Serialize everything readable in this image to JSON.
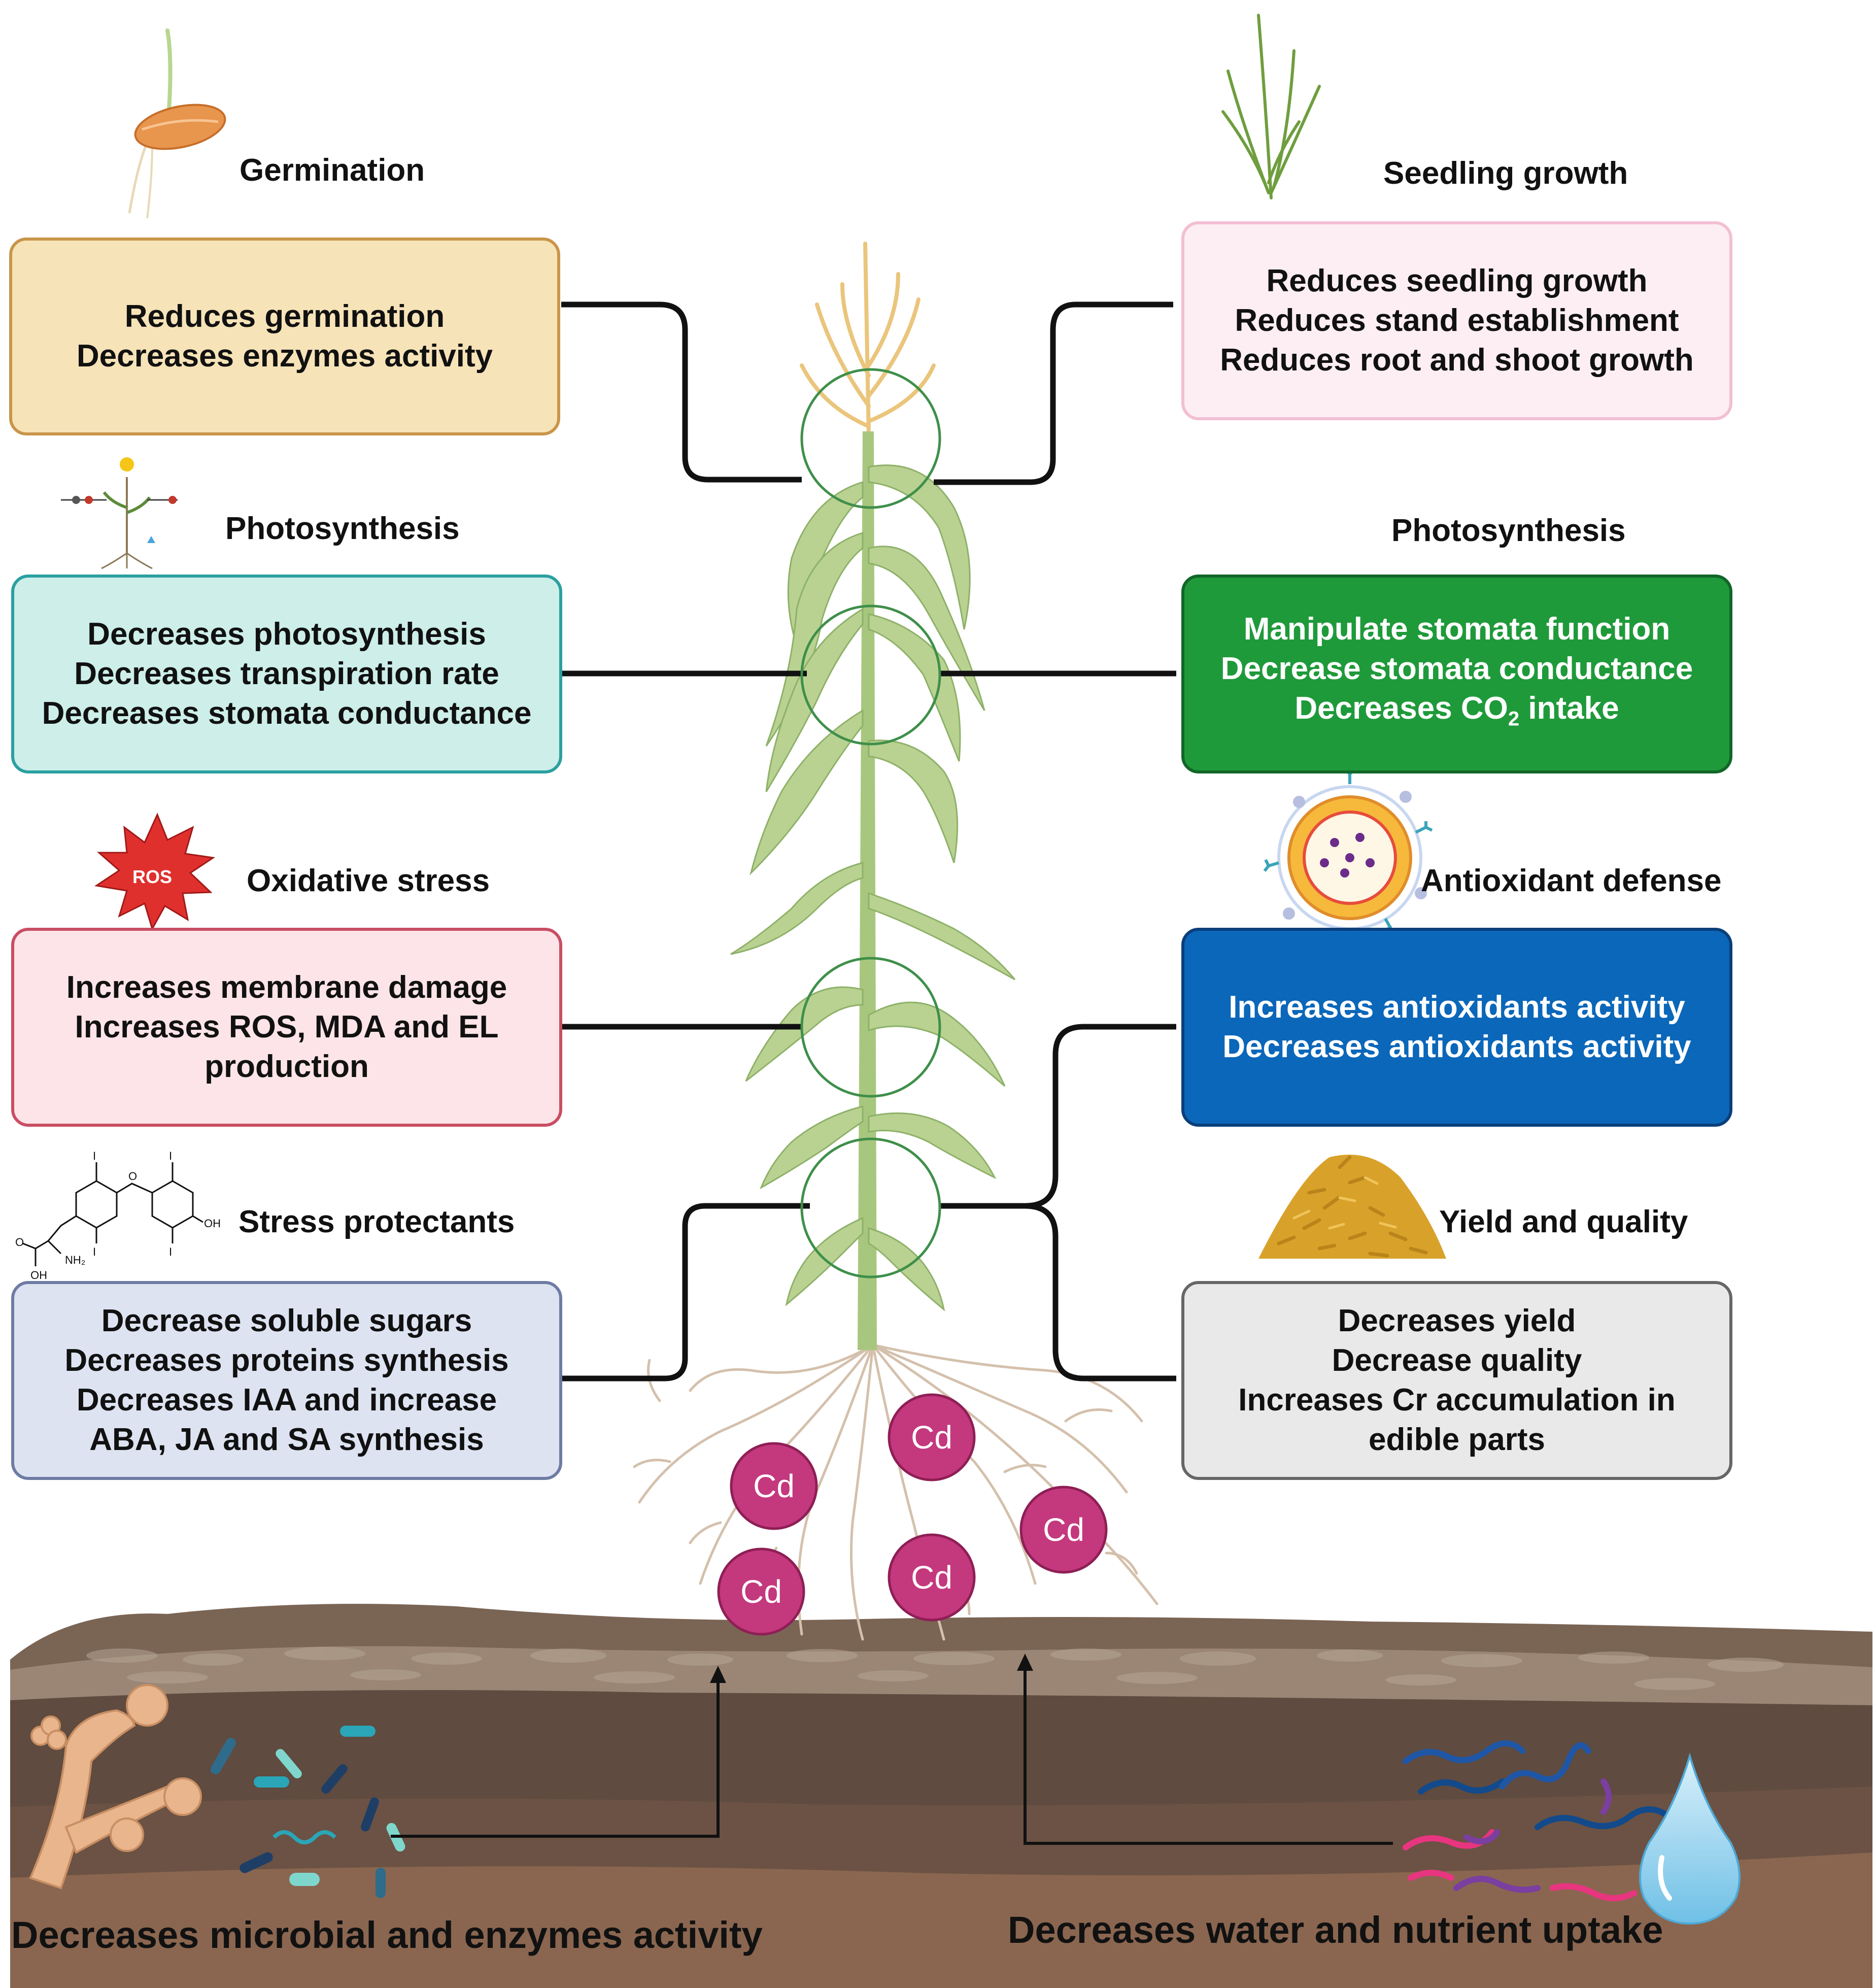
{
  "headings": {
    "germination": "Germination",
    "seedling": "Seedling growth",
    "photo_left": "Photosynthesis",
    "photo_right": "Photosynthesis",
    "oxidative": "Oxidative stress",
    "antioxidant": "Antioxidant defense",
    "protectants": "Stress protectants",
    "yield": "Yield and quality"
  },
  "boxes": {
    "germination": [
      "Reduces germination",
      "Decreases enzymes activity"
    ],
    "seedling": [
      "Reduces seedling growth",
      "Reduces stand establishment",
      "Reduces root and shoot growth"
    ],
    "photo_left": [
      "Decreases photosynthesis",
      "Decreases transpiration rate",
      "Decreases stomata conductance"
    ],
    "photo_right_1": "Manipulate stomata function",
    "photo_right_2": "Decrease stomata conductance",
    "photo_right_3a": "Decreases CO",
    "photo_right_3sub": "2",
    "photo_right_3b": " intake",
    "oxidative": [
      "Increases membrane damage",
      "Increases ROS, MDA and EL",
      "production"
    ],
    "antioxidant": [
      "Increases antioxidants activity",
      "Decreases antioxidants activity"
    ],
    "protectants": [
      "Decrease soluble sugars",
      "Decreases proteins synthesis",
      "Decreases IAA and increase",
      "ABA, JA and SA synthesis"
    ],
    "yield": [
      "Decreases yield",
      "Decrease quality",
      "Increases Cr accumulation in",
      "edible parts"
    ]
  },
  "soil": {
    "microbial": "Decreases microbial and enzymes activity",
    "water": "Decreases water and nutrient uptake"
  },
  "icons": {
    "ros": "ROS",
    "chem_i": "I",
    "chem_o": "O",
    "chem_oh": "OH",
    "chem_nh2": "NH₂",
    "cd": "Cd"
  },
  "colors": {
    "germination": "#f6e3b8",
    "seedling": "#fdeef4",
    "photo_left": "#cdeee9",
    "photo_right": "#1f9a3a",
    "oxidative": "#fde4e8",
    "antioxidant": "#0b67b9",
    "protectants": "#dde3f1",
    "yield": "#e9e9e9",
    "cd": "#c4387e"
  }
}
